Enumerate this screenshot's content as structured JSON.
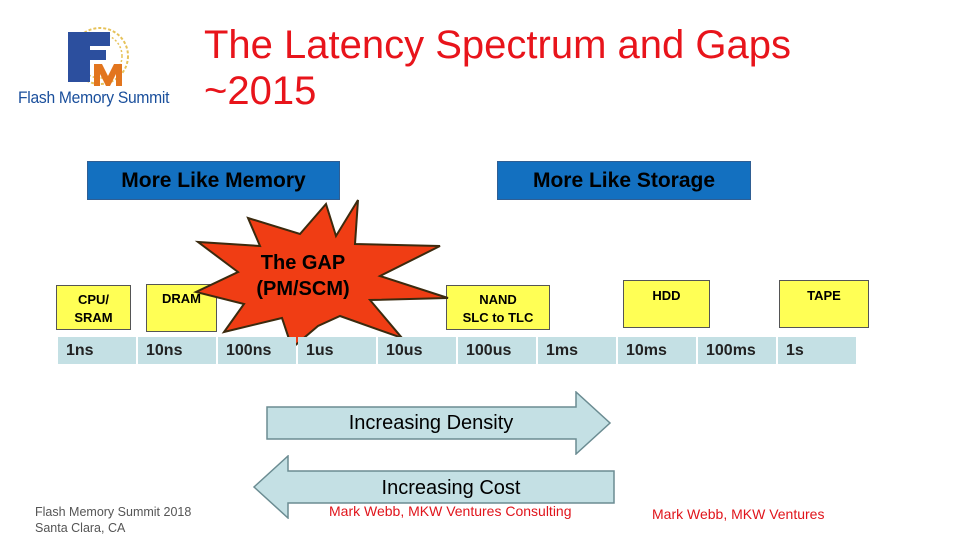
{
  "logo": {
    "text": "Flash Memory Summit",
    "icon": "fms-logo-icon"
  },
  "title": {
    "line1": "The Latency Spectrum and Gaps",
    "line2": "~2015"
  },
  "categories": {
    "memory": "More Like Memory",
    "storage": "More Like Storage"
  },
  "gap": {
    "line1": "The GAP",
    "line2": "(PM/SCM)"
  },
  "boxes": {
    "cpu_line1": "CPU/",
    "cpu_line2": "SRAM",
    "dram": "DRAM",
    "nand_line1": "NAND",
    "nand_line2": "SLC to TLC",
    "hdd": "HDD",
    "tape": "TAPE"
  },
  "scale": [
    "1ns",
    "10ns",
    "100ns",
    "1us",
    "10us",
    "100us",
    "1ms",
    "10ms",
    "100ms",
    "1s"
  ],
  "arrows": {
    "density": "Increasing Density",
    "cost": "Increasing Cost"
  },
  "footer": {
    "line1": "Flash Memory Summit 2018",
    "line2": "Santa Clara, CA"
  },
  "credits": {
    "center": "Mark Webb, MKW Ventures Consulting",
    "right": "Mark Webb, MKW Ventures"
  },
  "colors": {
    "title": "#e8141b",
    "category": "#1370c0",
    "box": "#ffff55",
    "scale": "#c4e0e4",
    "arrow": "#c4e0e4",
    "gap_star": "#f03d14"
  }
}
